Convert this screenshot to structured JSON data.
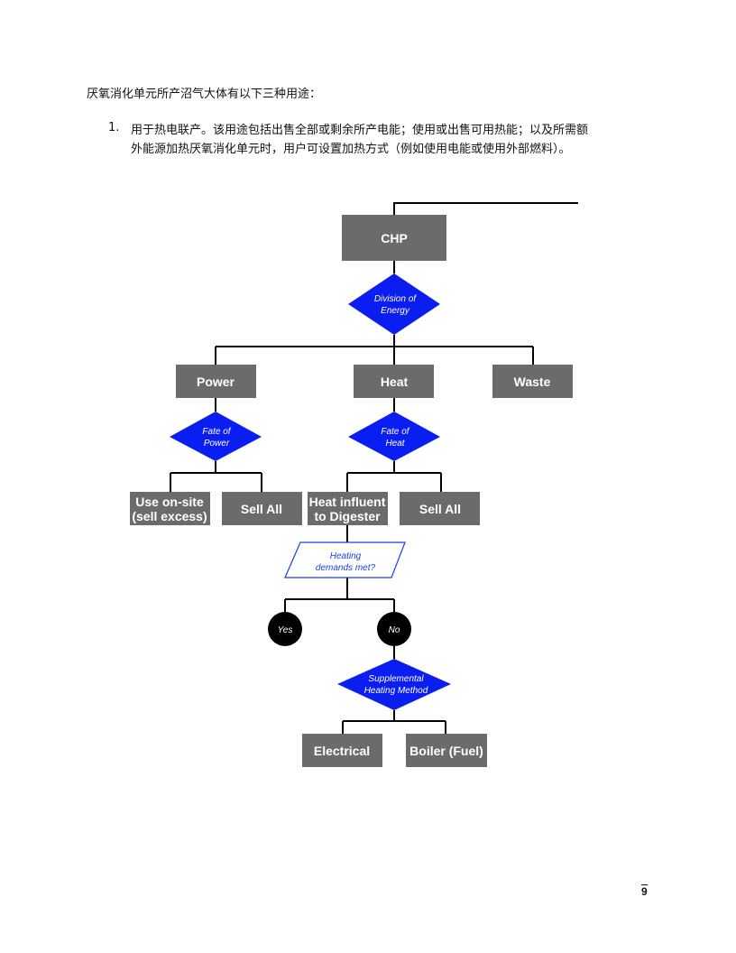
{
  "text": {
    "intro": "厌氧消化单元所产沼气大体有以下三种用途：",
    "list_item_1_number": "1.",
    "list_item_1_line1": "用于热电联产。该用途包括出售全部或剩余所产电能；使用或出售可用热能；以及所需额",
    "list_item_1_line2": "外能源加热厌氧消化单元时，用户可设置加热方式（例如使用电能或使用外部燃料）。",
    "page_number": "9"
  },
  "flowchart": {
    "colors": {
      "box": "#6b6b6b",
      "decision": "#0a1ef2",
      "terminal": "#000000",
      "connector": "#000000",
      "parallelogram_border": "#1a3fe6"
    },
    "chp": "CHP",
    "division_line1": "Division of",
    "division_line2": "Energy",
    "power": "Power",
    "heat": "Heat",
    "waste": "Waste",
    "fate_power_line1": "Fate of",
    "fate_power_line2": "Power",
    "fate_heat_line1": "Fate of",
    "fate_heat_line2": "Heat",
    "use_onsite_line1": "Use on-site",
    "use_onsite_line2": "(sell excess)",
    "sell_all_power": "Sell All",
    "heat_influent_line1": "Heat influent",
    "heat_influent_line2": "to Digester",
    "sell_all_heat": "Sell All",
    "heating_demands_line1": "Heating",
    "heating_demands_line2": "demands met?",
    "yes": "Yes",
    "no": "No",
    "supplemental_line1": "Supplemental",
    "supplemental_line2": "Heating Method",
    "electrical": "Electrical",
    "boiler": "Boiler (Fuel)"
  }
}
